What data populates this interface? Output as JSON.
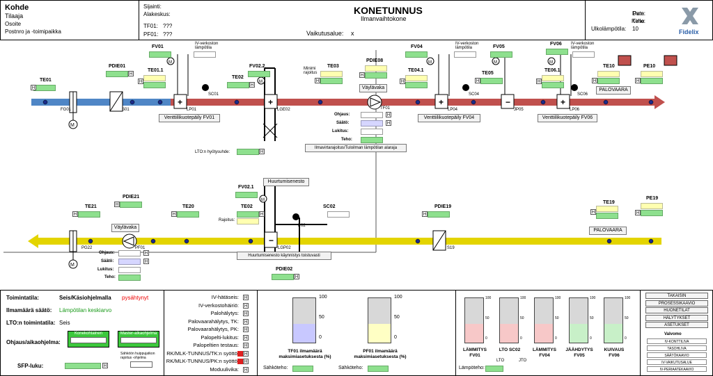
{
  "header": {
    "left": {
      "kohde": "Kohde",
      "tilaaja": "Tilaaja",
      "osoite": "Osoite",
      "postnro": "Postnro ja -toimipaikka"
    },
    "center_left": {
      "sijainti": "Sijainti:",
      "alakeskus": "Alakeskus:",
      "tf01": "TF01:",
      "tf01_val": "???",
      "pf01": "PF01:",
      "pf01_val": "???"
    },
    "title": "KONETUNNUS",
    "subtitle": "Ilmanvaihtokone",
    "vaikutusalue_label": "Vaikutusalue:",
    "vaikutusalue_val": "x",
    "right": {
      "pvm_label": "Pvm:",
      "pvm_val": "Date",
      "kello_label": "Kello:",
      "kello_val": "Time",
      "ulko_label": "Ulkolämpötila:",
      "ulko_val": "10"
    },
    "logo_text": "Fidelix"
  },
  "diagram": {
    "te01": "TE01",
    "pdie01": "PDIE01",
    "fg01": "FG01",
    "s01": "S01",
    "fv01": "FV01",
    "iv_verkosto1": "IV-verkoston lämpötila",
    "te01_1": "TE01.1",
    "sc01": "SC01",
    "lp01": "LP01",
    "venttiili_fv01": "Venttiilikuotepäily FV01",
    "te02": "TE02",
    "fv02_2": "FV02.2",
    "lge02": "LGE02",
    "lto_hyoty": "LTO:n hyötysuhde:",
    "minimi": "Minimi rajoitus",
    "te03": "TE03",
    "pdie08": "PDIE08",
    "vaylavaka": "Väylävaka",
    "tf01": "TF01",
    "ohjaus": "Ohjaus:",
    "saato": "Säätö:",
    "lukitus": "Lukitus:",
    "teho": "Teho:",
    "ilmavirta": "Ilmavirtarajoitus/Tuloilman lämpötilan alaraja",
    "fv04": "FV04",
    "iv_verkosto2": "IV-verkoston lämpötila",
    "te04_1": "TE04.1",
    "sc04": "SC04",
    "lp04": "LP04",
    "venttiili_fv04": "Venttiilikuotepäily FV04",
    "fv05": "FV05",
    "te05": "TE05",
    "jp05": "JP05",
    "fv06": "FV06",
    "iv_verkosto3": "IV-verkoston lämpötila",
    "te06_1": "TE06.1",
    "sc06": "SC06",
    "lp06": "LP06",
    "venttiili_fv06": "Venttiilikuotepäily FV06",
    "te10": "TE10",
    "pe10": "PE10",
    "palovaara1": "PALOVAARA",
    "huurtuminen1": "Huurtumisenesto",
    "fv02_1": "FV02.1",
    "te02b": "TE02",
    "rajoitus": "Rajoitus:",
    "sc02": "SC02",
    "p02": "P02",
    "lgp02": "LGP02",
    "huurtuminen2": "Huurtumisenesto käynnistys toistuvasti",
    "pdie02": "PDIE02",
    "te21": "TE21",
    "pdie21": "PDIE21",
    "te20": "TE20",
    "vaylavaka2": "Väylävaka",
    "pf01": "PF01",
    "pg22": "PG22",
    "ohjaus2": "Ohjaus:",
    "saato2": "Säätö:",
    "lukitus2": "Lukitus:",
    "teho2": "Teho:",
    "pdie19": "PDIE19",
    "s19": "S19",
    "te19": "TE19",
    "pe19": "PE19",
    "palovaara2": "PALOVAARA",
    "h": "H",
    "m": "M"
  },
  "status": {
    "toimintatila_label": "Toimintatila:",
    "toimintatila_val1": "Seis/Käsiohjelmalla",
    "toimintatila_val2": "pysähtynyt",
    "ilmamaara_label": "Ilmamäärä säätö:",
    "ilmamaara_val": "Lämpötilan keskiarvo",
    "lto_label": "LTO:n toimintatila:",
    "lto_val": "Seis",
    "ohjaus_label": "Ohjaus/aikaohjelma:",
    "konekohtainen": "Konekohtainen",
    "master": "Master-aikaohjelma",
    "sahko_note": "Sähköön huippujatkon rajoitus -ohjelma",
    "sfp_label": "SFP-luku:"
  },
  "alarms": [
    {
      "label": "IV-hätäseis:",
      "red": false
    },
    {
      "label": "IV-verkostohäiriö:",
      "red": false
    },
    {
      "label": "Palohälytys:",
      "red": false
    },
    {
      "label": "Palovaarahälytys, TK:",
      "red": false
    },
    {
      "label": "Palovaarahälytys, PK:",
      "red": false
    },
    {
      "label": "Palopelti-lukitus:",
      "red": false
    },
    {
      "label": "Palopeltien testaus:",
      "red": false
    },
    {
      "label": "RK/MLK-TUNNUS/TK:n syöttö:",
      "red": true
    },
    {
      "label": "RK/MLK-TUNNUS/PK:n syöttö:",
      "red": true
    },
    {
      "label": "Moduulivika:",
      "red": false
    }
  ],
  "fans": [
    {
      "name": "TF01 ilmamäärä maksimiasetuksesta (%)",
      "value": 0.42,
      "color": "#c8c8ff",
      "sahko": "Sähköteho:",
      "ticks": [
        "100",
        "50",
        "0"
      ]
    },
    {
      "name": "PF01 ilmamäärä maksimiasetuksesta (%)",
      "value": 0.42,
      "color": "#ffffc4",
      "sahko": "Sähköteho:",
      "ticks": [
        "100",
        "50",
        "0"
      ]
    }
  ],
  "valves": {
    "bars": [
      {
        "name": "LÄMMITYS FV01",
        "value": 0.42,
        "color": "#f7c8c8"
      },
      {
        "name": "LTO SC02",
        "value": 0.42,
        "color": "#f7c8c8"
      },
      {
        "name": "LÄMMITYS FV04",
        "value": 0.42,
        "color": "#f7c8c8"
      },
      {
        "name": "JÄÄHDYTYS FV05",
        "value": 0.42,
        "color": "#c8f0c8"
      },
      {
        "name": "KUIVAUS FV06",
        "value": 0.42,
        "color": "#c8f0c8"
      }
    ],
    "ticks": [
      "100",
      "50",
      "0"
    ],
    "lampoteho": "Lämpöteho:",
    "lto_sub": "LTO",
    "jto_sub": "JTO"
  },
  "menu": {
    "items": [
      "TAKAISIN",
      "PROSESSIKAAVIO",
      "HUONETILAT",
      "HÄLYTYKSET",
      "ASETUKSET"
    ],
    "valvomo": "Valvomo",
    "sub": [
      "IV-KONTTILIVA",
      "TASOHLIVA",
      "SÄÄTÖKAAVIO",
      "IV-VAIKUTUSALUE",
      "IV-PERIAATEKAAVIO"
    ]
  }
}
